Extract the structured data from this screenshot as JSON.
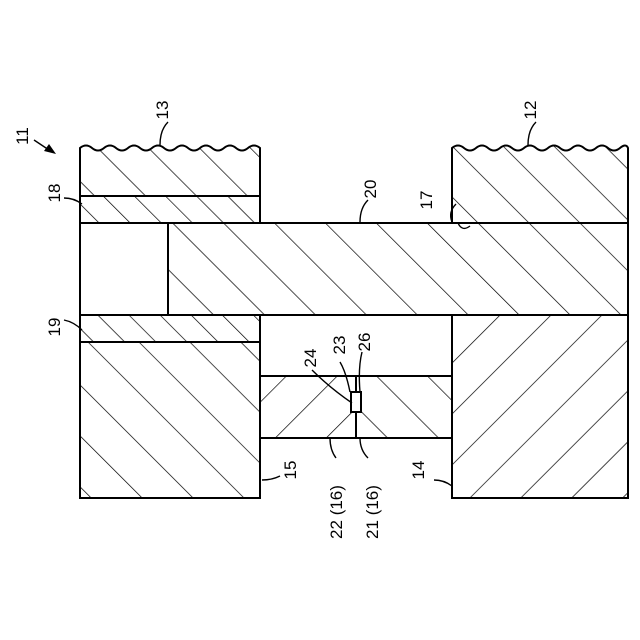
{
  "figure": {
    "labels": {
      "assembly": "11",
      "left_upper_block": "13",
      "right_upper_block": "12",
      "left_lower_block": "15",
      "right_lower_block": "14",
      "left_upper_plate": "18",
      "left_lower_plate": "19",
      "shaft": "20",
      "bore_surface": "17",
      "left_insert": "22 (16)",
      "right_insert": "21 (16)",
      "mark_24": "24",
      "mark_23": "23",
      "mark_26": "26"
    }
  }
}
